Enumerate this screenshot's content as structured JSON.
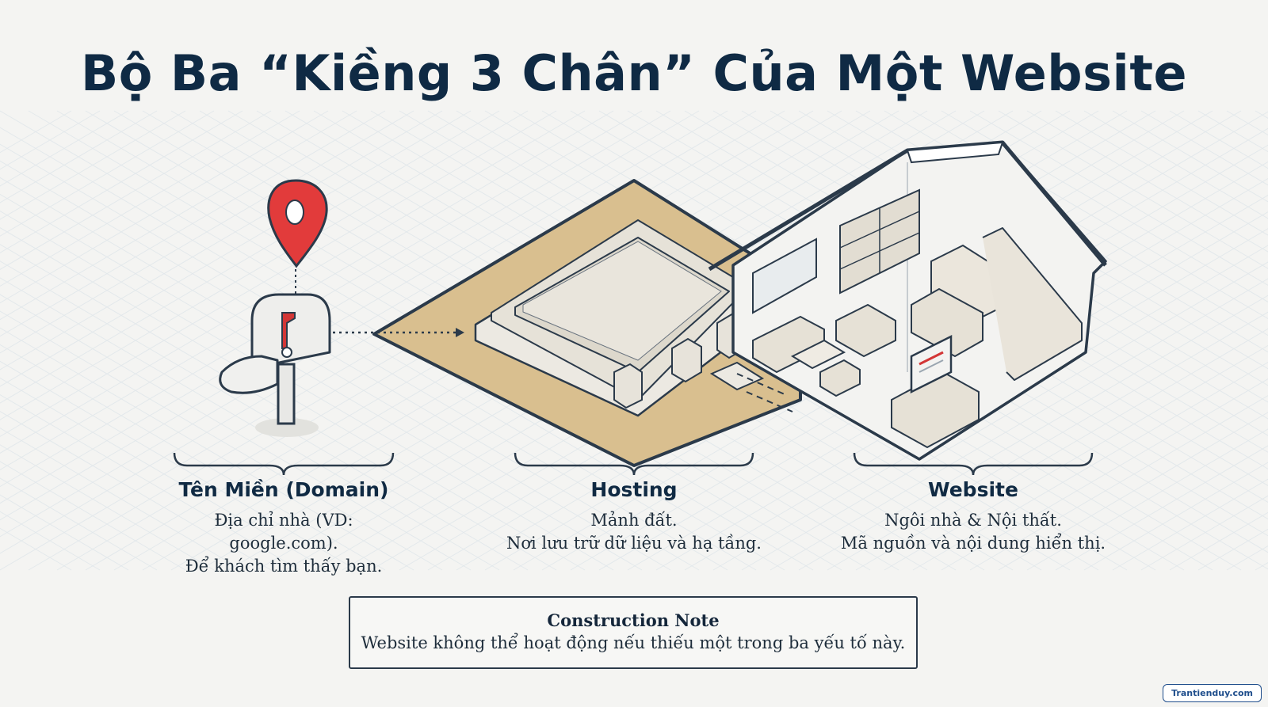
{
  "title": "Bộ Ba “Kiềng 3 Chân” Của Một Website",
  "sections": [
    {
      "heading": "Tên Miền (Domain)",
      "line1": "Địa chỉ nhà (VD: google.com).",
      "line2": "Để khách tìm thấy bạn.",
      "icon": "mailbox-pin-icon"
    },
    {
      "heading": "Hosting",
      "line1": "Mảnh đất.",
      "line2": "Nơi lưu trữ dữ liệu và hạ tầng.",
      "icon": "land-foundation-icon"
    },
    {
      "heading": "Website",
      "line1": "Ngôi nhà & Nội thất.",
      "line2": "Mã nguồn và nội dung hiển thị.",
      "icon": "house-interior-icon"
    }
  ],
  "note": {
    "title": "Construction Note",
    "body": "Website không thể hoạt động nếu thiếu một trong ba yếu tố này."
  },
  "watermark": "Trantienduy.com",
  "colors": {
    "title": "#0f2a44",
    "pin": "#e23b3b",
    "land": "#d9bf8f",
    "outline": "#2b3a4a"
  }
}
